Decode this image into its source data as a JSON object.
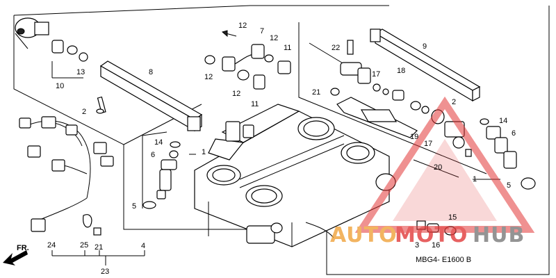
{
  "labels": {
    "n1a": "1",
    "n1b": "1",
    "n2a": "2",
    "n2b": "2",
    "n3": "3",
    "n4": "4",
    "n5a": "5",
    "n5b": "5",
    "n6a": "6",
    "n6b": "6",
    "n7": "7",
    "n8": "8",
    "n9": "9",
    "n10": "10",
    "n11a": "11",
    "n11b": "11",
    "n12a": "12",
    "n12b": "12",
    "n12c": "12",
    "n12d": "12",
    "n13": "13",
    "n14a": "14",
    "n14b": "14",
    "n15": "15",
    "n16": "16",
    "n17a": "17",
    "n17b": "17",
    "n18": "18",
    "n19": "19",
    "n20": "20",
    "n21a": "21",
    "n21b": "21",
    "n22": "22",
    "n23": "23",
    "n24": "24",
    "n25": "25"
  },
  "front_arrow": "FR.",
  "drawing_code": "MBG4- E1600 B",
  "watermark": {
    "word_part1": "AUTO",
    "word_part2": "MOTO",
    "word_part3": "HUB",
    "color_orange": "#f0a23a",
    "color_red": "#e23a3a",
    "color_gray": "#7a7a7a"
  }
}
